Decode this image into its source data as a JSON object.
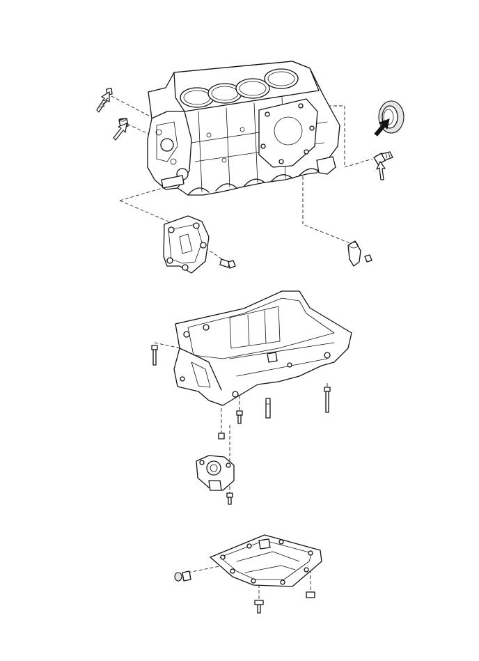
{
  "diagram": {
    "kind": "exploded-view",
    "parts": [
      {
        "id": "cylinder-block"
      },
      {
        "id": "engine-mounting-bracket"
      },
      {
        "id": "stiffening-crankcase"
      },
      {
        "id": "oil-pump"
      },
      {
        "id": "oil-pan"
      },
      {
        "id": "rear-oil-seal"
      },
      {
        "id": "oil-pressure-switch"
      },
      {
        "id": "knock-sensor"
      }
    ],
    "markers": [
      {
        "type": "new-part-arrow",
        "style": "open"
      },
      {
        "type": "precoated-arrow",
        "style": "hatched"
      },
      {
        "type": "apply-grease-arrow",
        "style": "solid"
      }
    ]
  }
}
